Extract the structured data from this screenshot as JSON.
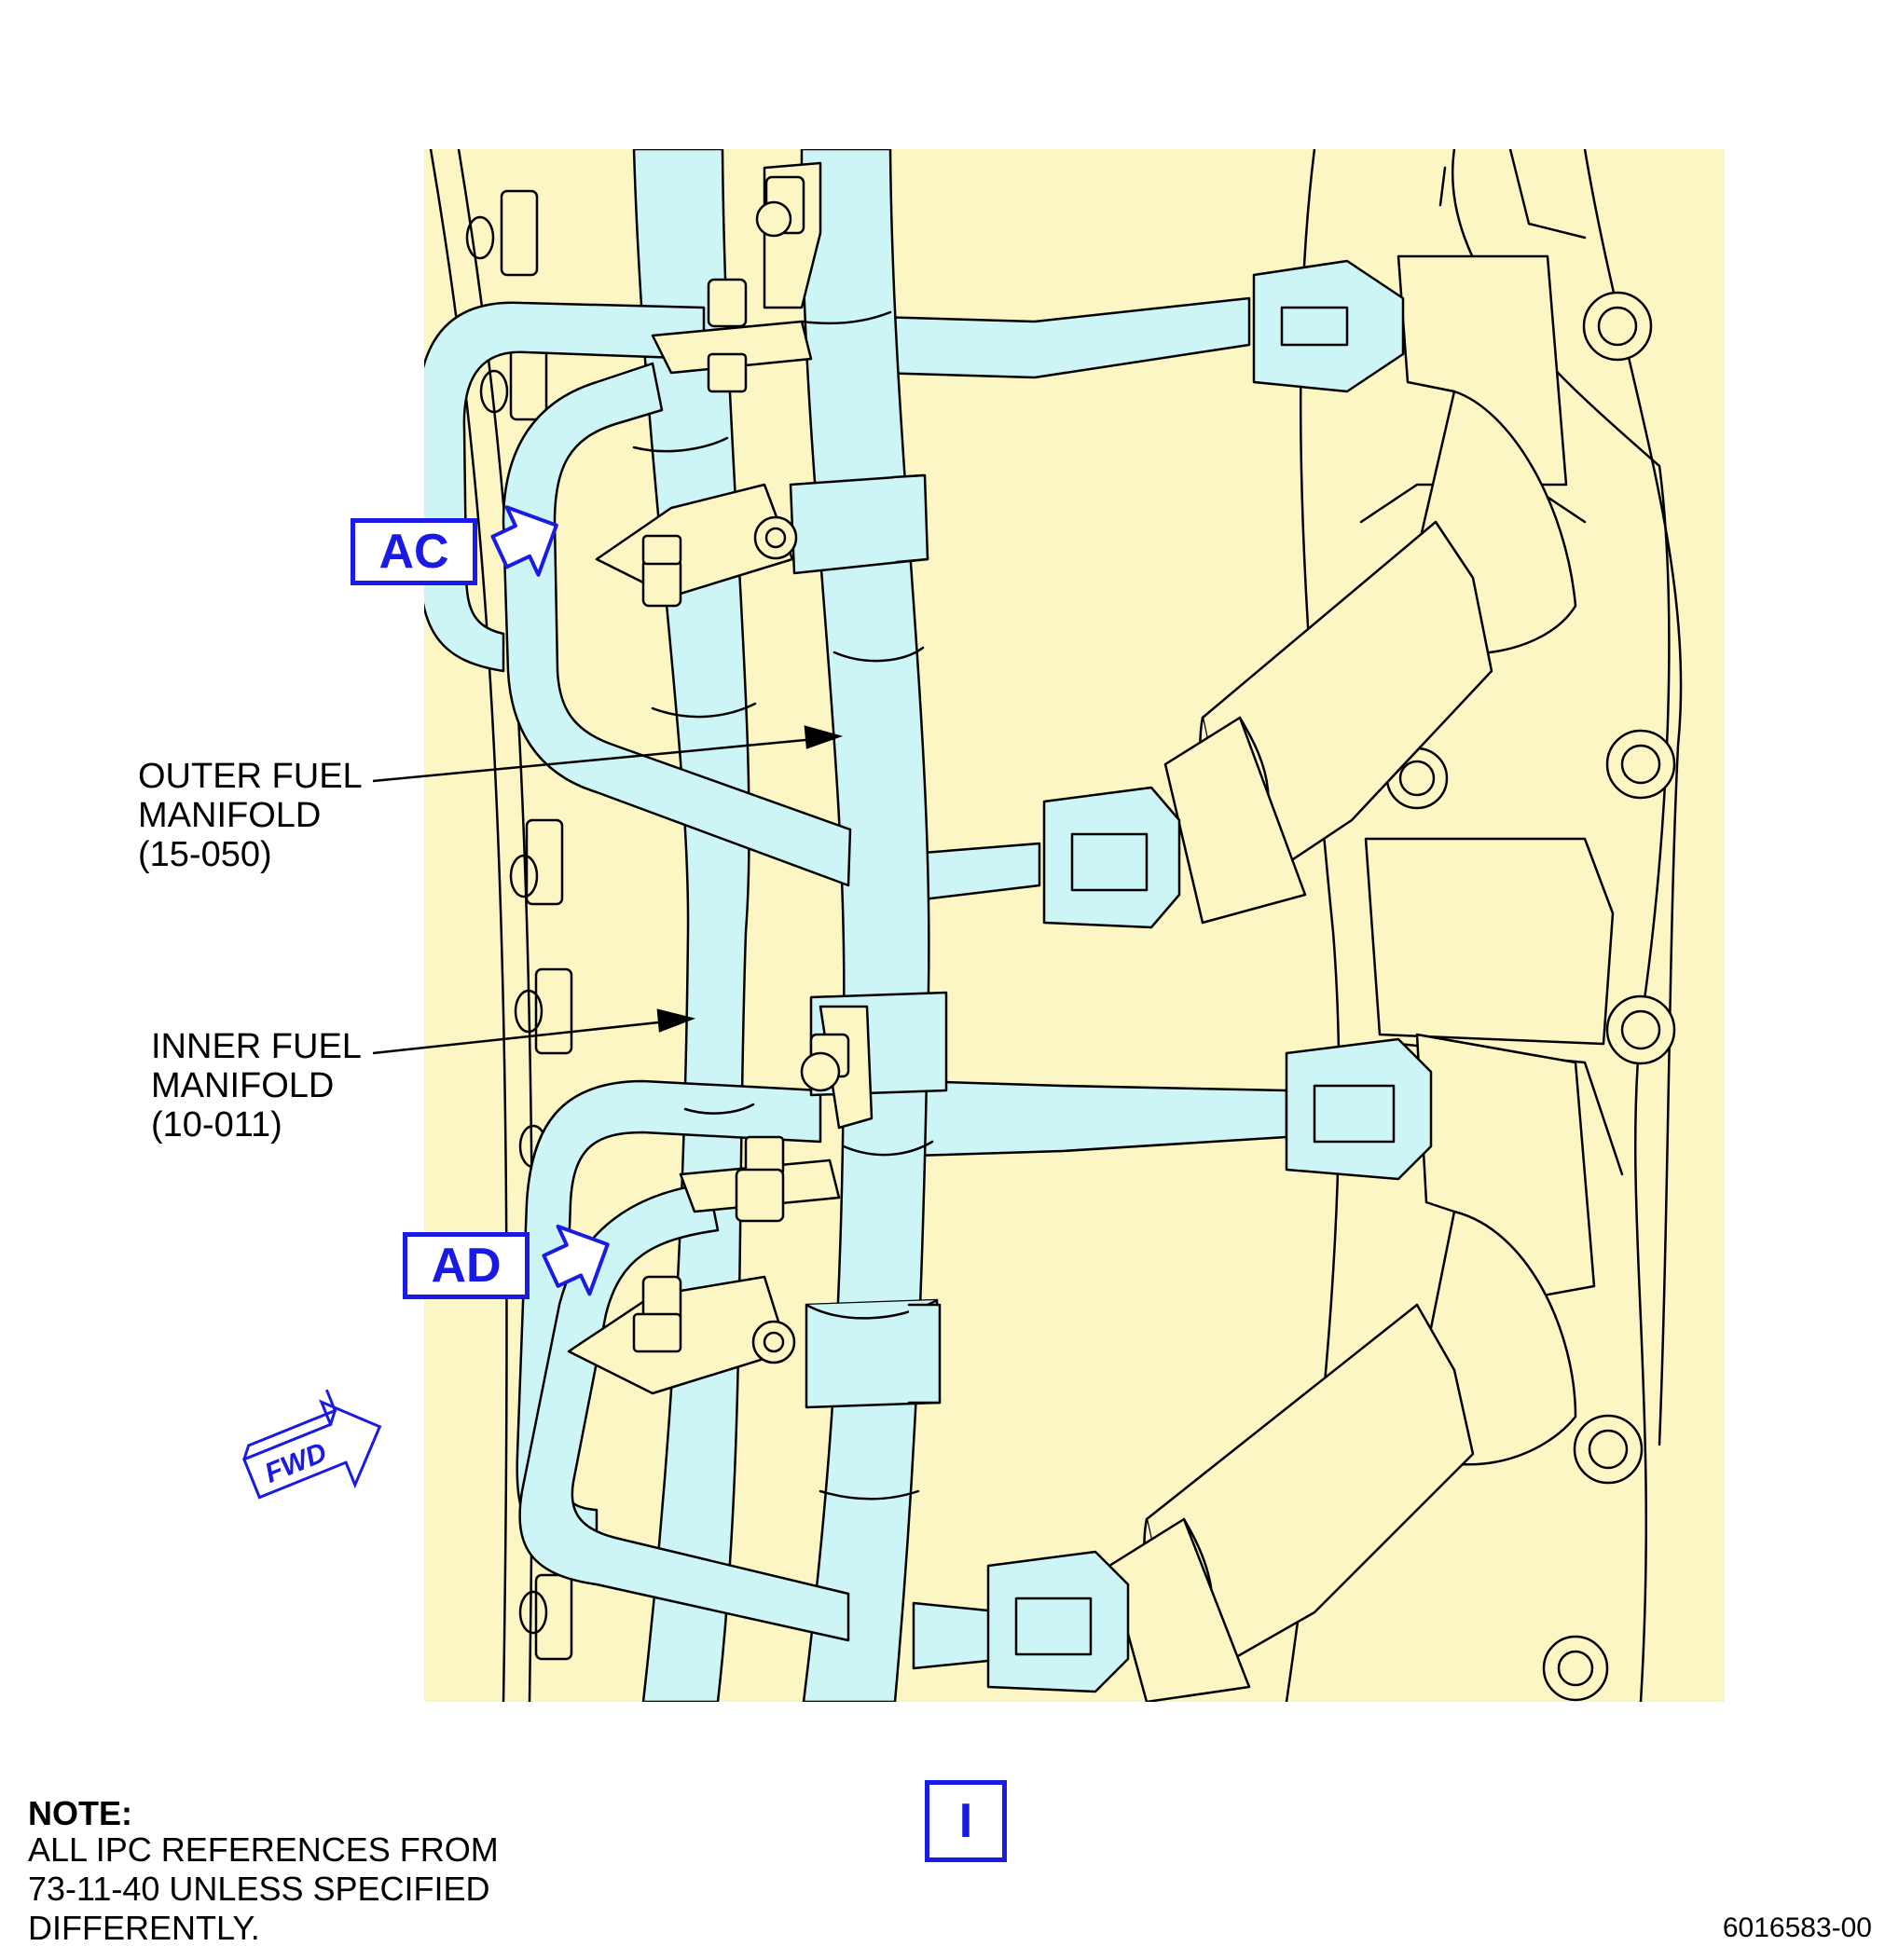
{
  "colors": {
    "background": "#fbf6c4",
    "tube": "#cdf5f5",
    "line": "#000000",
    "callout": "#1a1ae6"
  },
  "labels": {
    "outer_manifold": "OUTER FUEL\nMANIFOLD\n(15-050)",
    "inner_manifold": "INNER FUEL\nMANIFOLD\n(10-011)"
  },
  "callouts": {
    "ac": "AC",
    "ad": "AD",
    "view": "I"
  },
  "fwd": "FWD",
  "note": {
    "title": "NOTE:",
    "body": "ALL IPC REFERENCES FROM\n73-11-40 UNLESS SPECIFIED\nDIFFERENTLY."
  },
  "figure_id": "6016583-00"
}
